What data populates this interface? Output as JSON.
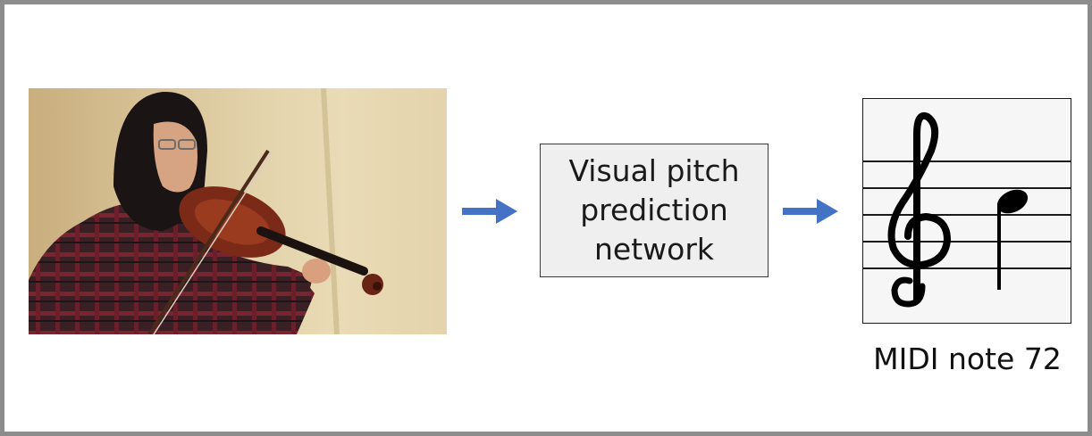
{
  "network": {
    "label": "Visual pitch prediction network"
  },
  "output": {
    "caption": "MIDI note 72"
  },
  "icons": {
    "photo": "violinist-photo",
    "arrow": "right-arrow-icon",
    "music": "treble-clef-note-icon"
  },
  "colors": {
    "arrow": "#4472c4",
    "border": "#8c8c8c",
    "box_fill": "#efefef"
  }
}
